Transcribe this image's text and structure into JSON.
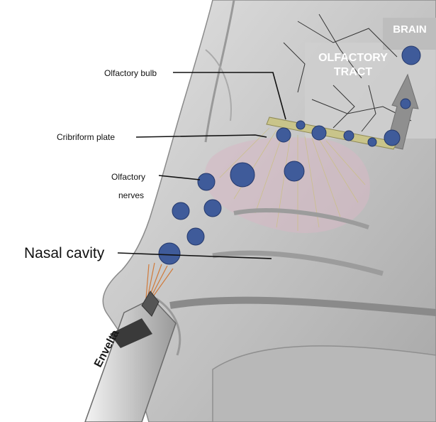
{
  "labels": {
    "olfactory_bulb": "Olfactory bulb",
    "cribriform_plate": "Cribriform plate",
    "olfactory_nerves_line1": "Olfactory",
    "olfactory_nerves_line2": "nerves",
    "nasal_cavity": "Nasal cavity"
  },
  "regions": {
    "brain": "BRAIN",
    "olfactory_tract_line1": "OLFACTORY",
    "olfactory_tract_line2": "TRACT"
  },
  "device": {
    "brand": "Envelta"
  },
  "colors": {
    "particle": "#3f5b9a",
    "plate": "#c9c48a",
    "spray": "#d07a3a",
    "nerve_region": "#d7b8c4",
    "brain_panel": "#c9c9c9"
  }
}
